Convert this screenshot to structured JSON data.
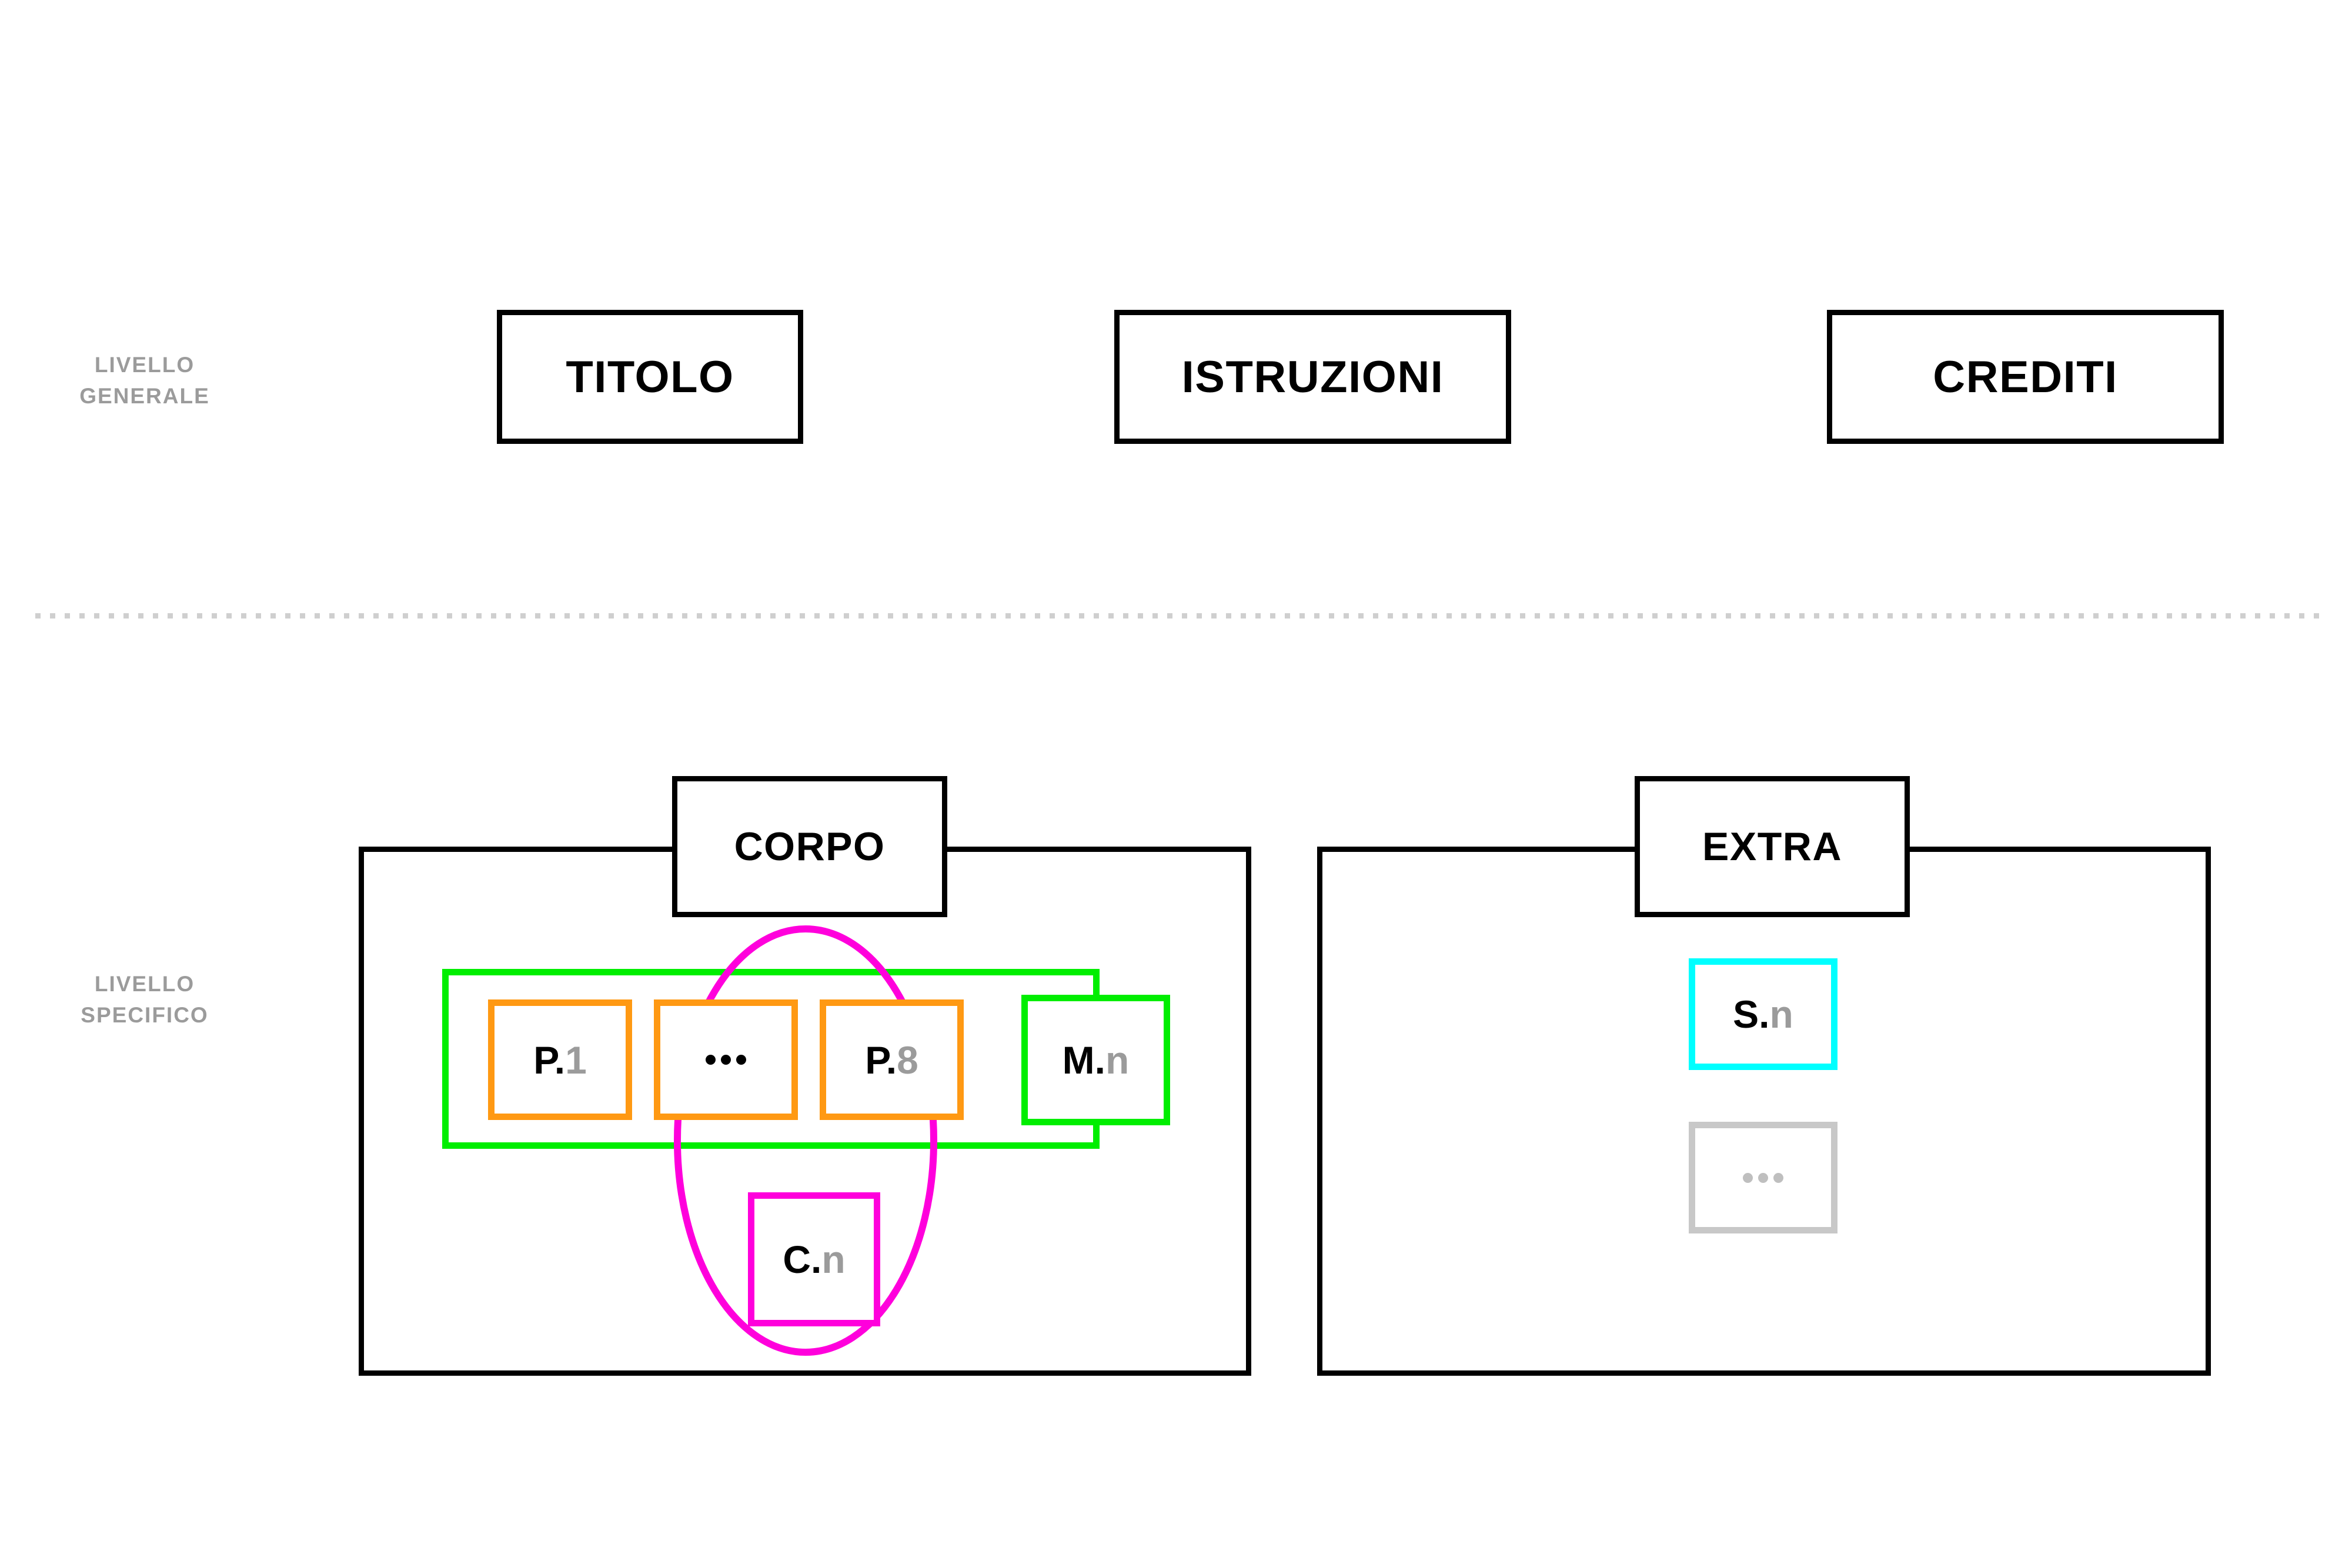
{
  "levels": {
    "general": {
      "line1": "LIVELLO",
      "line2": "GENERALE"
    },
    "specific": {
      "line1": "LIVELLO",
      "line2": "SPECIFICO"
    }
  },
  "general_boxes": [
    {
      "label": "TITOLO"
    },
    {
      "label": "ISTRUZIONI"
    },
    {
      "label": "CREDITI"
    }
  ],
  "sections": {
    "corpo": {
      "caption": "CORPO",
      "group": {
        "cells": [
          {
            "key": "P.",
            "value": "1",
            "kind": "orange"
          },
          {
            "key": "",
            "value": "",
            "kind": "orange",
            "icon": "ellipsis-icon"
          },
          {
            "key": "P.",
            "value": "8",
            "kind": "orange"
          }
        ],
        "trailing": {
          "key": "M.",
          "value": "n",
          "kind": "green"
        }
      },
      "linked": {
        "key": "C.",
        "value": "n",
        "kind": "magenta"
      }
    },
    "extra": {
      "caption": "EXTRA",
      "cells": [
        {
          "key": "S.",
          "value": "n",
          "kind": "cyan"
        },
        {
          "key": "",
          "value": "",
          "kind": "grey",
          "icon": "ellipsis-icon"
        }
      ]
    }
  },
  "colors": {
    "black": "#000000",
    "grey_text": "#9b9b9b",
    "divider": "#cfcfcf",
    "green": "#00ee00",
    "orange": "#ff9913",
    "magenta": "#ff00dc",
    "cyan": "#00ffff",
    "light_grey": "#c8c8c8"
  }
}
